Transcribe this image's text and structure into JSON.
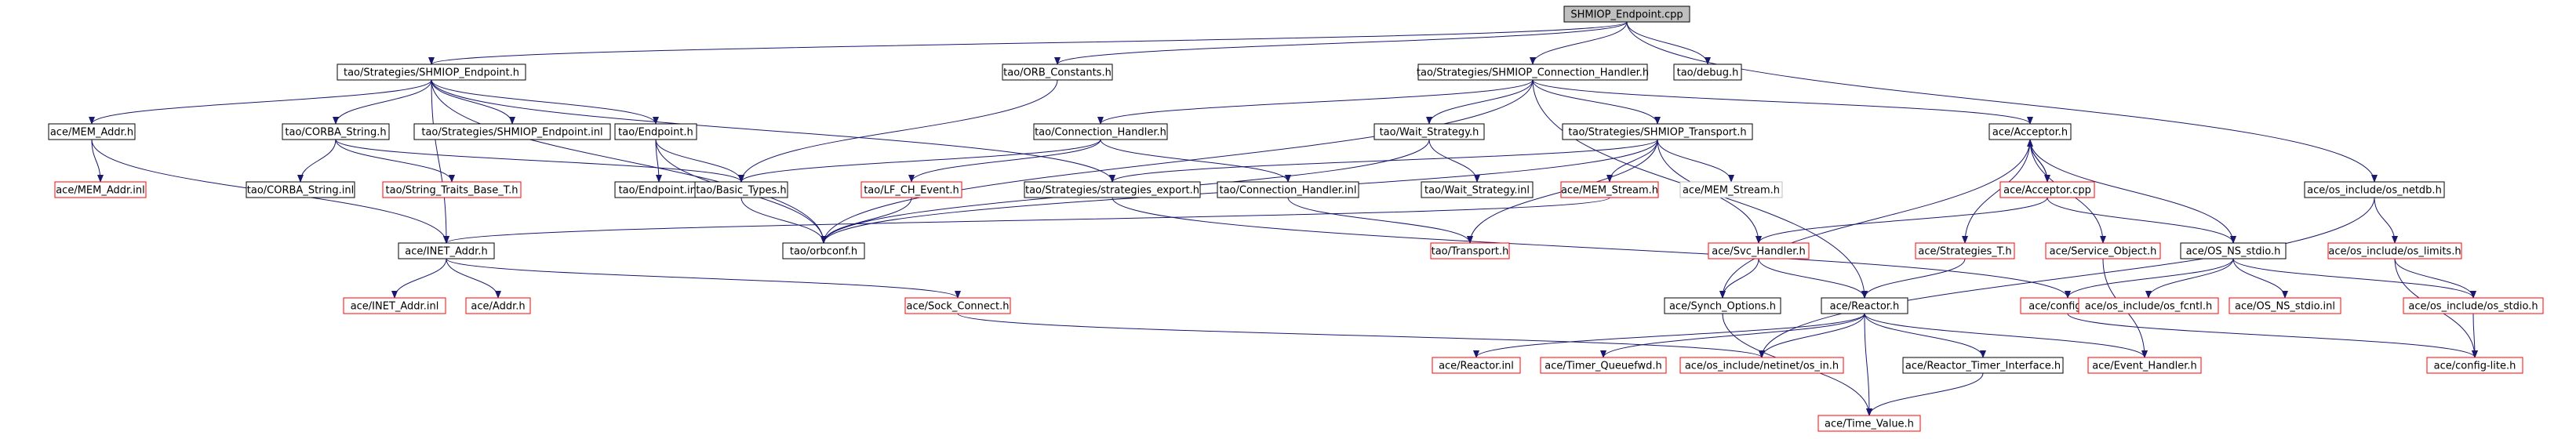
{
  "colors": {
    "root_fill": "#bfbfbf",
    "edge": "#191970",
    "node_border_black": "#000000",
    "node_border_red": "#ff0000",
    "node_border_gray": "#bfbfbf"
  },
  "nodes": [
    {
      "id": "n0",
      "label": "SHMIOP_Endpoint.cpp",
      "style": "root"
    },
    {
      "id": "n1",
      "label": "tao/Strategies/SHMIOP_Endpoint.h",
      "style": "black"
    },
    {
      "id": "n2",
      "label": "tao/ORB_Constants.h",
      "style": "black"
    },
    {
      "id": "n3",
      "label": "tao/Strategies/SHMIOP_Connection_Handler.h",
      "style": "black"
    },
    {
      "id": "n4",
      "label": "tao/debug.h",
      "style": "black"
    },
    {
      "id": "n5",
      "label": "ace/MEM_Addr.h",
      "style": "black"
    },
    {
      "id": "n6",
      "label": "tao/CORBA_String.h",
      "style": "black"
    },
    {
      "id": "n7",
      "label": "tao/Strategies/SHMIOP_Endpoint.inl",
      "style": "black"
    },
    {
      "id": "n8",
      "label": "tao/Endpoint.h",
      "style": "black"
    },
    {
      "id": "n9",
      "label": "tao/Connection_Handler.h",
      "style": "black"
    },
    {
      "id": "n10",
      "label": "tao/Wait_Strategy.h",
      "style": "black"
    },
    {
      "id": "n11",
      "label": "tao/Strategies/SHMIOP_Transport.h",
      "style": "black"
    },
    {
      "id": "n12",
      "label": "ace/Acceptor.h",
      "style": "black"
    },
    {
      "id": "n13",
      "label": "ace/os_include/os_netdb.h",
      "style": "black"
    },
    {
      "id": "n14",
      "label": "ace/MEM_Addr.inl",
      "style": "red"
    },
    {
      "id": "n15",
      "label": "tao/CORBA_String.inl",
      "style": "black"
    },
    {
      "id": "n16",
      "label": "tao/String_Traits_Base_T.h",
      "style": "red"
    },
    {
      "id": "n17",
      "label": "tao/Endpoint.inl",
      "style": "black"
    },
    {
      "id": "n18",
      "label": "tao/Basic_Types.h",
      "style": "black"
    },
    {
      "id": "n19",
      "label": "tao/LF_CH_Event.h",
      "style": "red"
    },
    {
      "id": "n20",
      "label": "tao/Strategies/strategies_export.h",
      "style": "black"
    },
    {
      "id": "n21",
      "label": "tao/Connection_Handler.inl",
      "style": "black"
    },
    {
      "id": "n22",
      "label": "tao/Wait_Strategy.inl",
      "style": "black"
    },
    {
      "id": "n23",
      "label": "ace/MEM_Stream.h",
      "style": "red"
    },
    {
      "id": "n24",
      "label": "ace/MEM_Stream.h",
      "style": "gray"
    },
    {
      "id": "n25",
      "label": "ace/Acceptor.cpp",
      "style": "red"
    },
    {
      "id": "n26",
      "label": "ace/os_include/os_limits.h",
      "style": "red"
    },
    {
      "id": "n27",
      "label": "ace/INET_Addr.h",
      "style": "black"
    },
    {
      "id": "n28",
      "label": "tao/orbconf.h",
      "style": "black"
    },
    {
      "id": "n29",
      "label": "tao/Transport.h",
      "style": "red"
    },
    {
      "id": "n30",
      "label": "ace/Svc_Handler.h",
      "style": "red"
    },
    {
      "id": "n31",
      "label": "ace/Strategies_T.h",
      "style": "red"
    },
    {
      "id": "n32",
      "label": "ace/Service_Object.h",
      "style": "red"
    },
    {
      "id": "n33",
      "label": "ace/OS_NS_stdio.h",
      "style": "black"
    },
    {
      "id": "n34",
      "label": "ace/INET_Addr.inl",
      "style": "red"
    },
    {
      "id": "n35",
      "label": "ace/Addr.h",
      "style": "red"
    },
    {
      "id": "n36",
      "label": "ace/Sock_Connect.h",
      "style": "red"
    },
    {
      "id": "n37",
      "label": "ace/Synch_Options.h",
      "style": "black"
    },
    {
      "id": "n38",
      "label": "ace/Reactor.h",
      "style": "black"
    },
    {
      "id": "n39",
      "label": "ace/config-all.h",
      "style": "red"
    },
    {
      "id": "n40",
      "label": "ace/os_include/os_fcntl.h",
      "style": "red"
    },
    {
      "id": "n41",
      "label": "ace/OS_NS_stdio.inl",
      "style": "red"
    },
    {
      "id": "n42",
      "label": "ace/os_include/os_stdio.h",
      "style": "red"
    },
    {
      "id": "n43",
      "label": "ace/Reactor.inl",
      "style": "red"
    },
    {
      "id": "n44",
      "label": "ace/Timer_Queuefwd.h",
      "style": "red"
    },
    {
      "id": "n45",
      "label": "ace/os_include/netinet/os_in.h",
      "style": "red"
    },
    {
      "id": "n46",
      "label": "ace/Reactor_Timer_Interface.h",
      "style": "black"
    },
    {
      "id": "n47",
      "label": "ace/Event_Handler.h",
      "style": "red"
    },
    {
      "id": "n48",
      "label": "ace/config-lite.h",
      "style": "red"
    },
    {
      "id": "n49",
      "label": "ace/Time_Value.h",
      "style": "red"
    }
  ],
  "edges": [
    [
      "n0",
      "n1"
    ],
    [
      "n0",
      "n2"
    ],
    [
      "n0",
      "n3"
    ],
    [
      "n0",
      "n4"
    ],
    [
      "n0",
      "n13"
    ],
    [
      "n1",
      "n5"
    ],
    [
      "n1",
      "n6"
    ],
    [
      "n1",
      "n7"
    ],
    [
      "n1",
      "n8"
    ],
    [
      "n1",
      "n20"
    ],
    [
      "n1",
      "n27"
    ],
    [
      "n1",
      "n28"
    ],
    [
      "n2",
      "n18"
    ],
    [
      "n3",
      "n9"
    ],
    [
      "n3",
      "n10"
    ],
    [
      "n3",
      "n11"
    ],
    [
      "n3",
      "n12"
    ],
    [
      "n3",
      "n28"
    ],
    [
      "n3",
      "n38"
    ],
    [
      "n5",
      "n14"
    ],
    [
      "n5",
      "n27"
    ],
    [
      "n6",
      "n15"
    ],
    [
      "n6",
      "n16"
    ],
    [
      "n6",
      "n18"
    ],
    [
      "n8",
      "n17"
    ],
    [
      "n8",
      "n18"
    ],
    [
      "n8",
      "n28"
    ],
    [
      "n9",
      "n18"
    ],
    [
      "n9",
      "n19"
    ],
    [
      "n9",
      "n21"
    ],
    [
      "n10",
      "n22"
    ],
    [
      "n10",
      "n28"
    ],
    [
      "n11",
      "n23"
    ],
    [
      "n11",
      "n24"
    ],
    [
      "n11",
      "n20"
    ],
    [
      "n11",
      "n30"
    ],
    [
      "n11",
      "n28"
    ],
    [
      "n11",
      "n29"
    ],
    [
      "n12",
      "n25"
    ],
    [
      "n12",
      "n31"
    ],
    [
      "n12",
      "n32"
    ],
    [
      "n12",
      "n33"
    ],
    [
      "n12",
      "n37"
    ],
    [
      "n25",
      "n12"
    ],
    [
      "n25",
      "n30"
    ],
    [
      "n25",
      "n33"
    ],
    [
      "n13",
      "n26"
    ],
    [
      "n13",
      "n45"
    ],
    [
      "n18",
      "n28"
    ],
    [
      "n19",
      "n28"
    ],
    [
      "n20",
      "n39"
    ],
    [
      "n21",
      "n29"
    ],
    [
      "n23",
      "n27"
    ],
    [
      "n26",
      "n42"
    ],
    [
      "n26",
      "n48"
    ],
    [
      "n27",
      "n34"
    ],
    [
      "n27",
      "n35"
    ],
    [
      "n27",
      "n36"
    ],
    [
      "n30",
      "n37"
    ],
    [
      "n30",
      "n38"
    ],
    [
      "n31",
      "n38"
    ],
    [
      "n32",
      "n47"
    ],
    [
      "n33",
      "n40"
    ],
    [
      "n33",
      "n41"
    ],
    [
      "n33",
      "n42"
    ],
    [
      "n33",
      "n39"
    ],
    [
      "n36",
      "n45"
    ],
    [
      "n37",
      "n49"
    ],
    [
      "n38",
      "n43"
    ],
    [
      "n38",
      "n44"
    ],
    [
      "n38",
      "n45"
    ],
    [
      "n38",
      "n46"
    ],
    [
      "n38",
      "n47"
    ],
    [
      "n38",
      "n49"
    ],
    [
      "n39",
      "n48"
    ],
    [
      "n42",
      "n48"
    ],
    [
      "n46",
      "n49"
    ]
  ]
}
